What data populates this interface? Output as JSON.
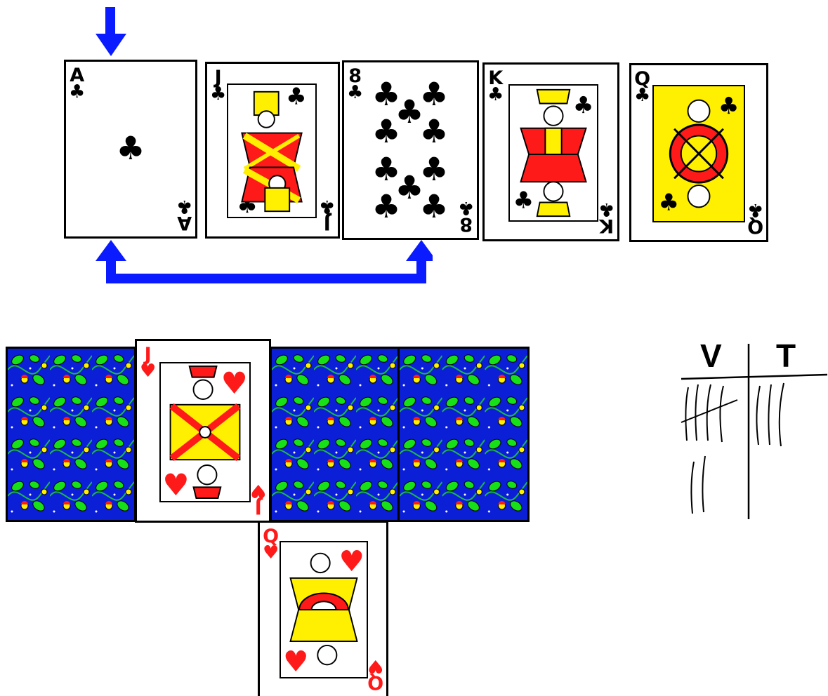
{
  "colors": {
    "arrow": "#0a1bff",
    "red": "#ff1a1a",
    "yellow": "#ffef00",
    "back_bg": "#0b1fd6",
    "leaf": "#18e018"
  },
  "row1": {
    "cards": [
      {
        "rank": "A",
        "suit": "♣",
        "kind": "ace"
      },
      {
        "rank": "J",
        "suit": "♣",
        "kind": "face"
      },
      {
        "rank": "8",
        "suit": "♣",
        "kind": "pips"
      },
      {
        "rank": "K",
        "suit": "♣",
        "kind": "face"
      },
      {
        "rank": "Q",
        "suit": "♣",
        "kind": "face"
      }
    ]
  },
  "row2": {
    "cards": [
      {
        "kind": "back"
      },
      {
        "rank": "J",
        "suit": "♥",
        "kind": "face"
      },
      {
        "kind": "back"
      },
      {
        "kind": "back"
      }
    ],
    "below": {
      "rank": "Q",
      "suit": "♥",
      "kind": "face"
    }
  },
  "tally": {
    "col1_label": "V",
    "col2_label": "T",
    "col1_count": 7,
    "col2_count": 3
  }
}
